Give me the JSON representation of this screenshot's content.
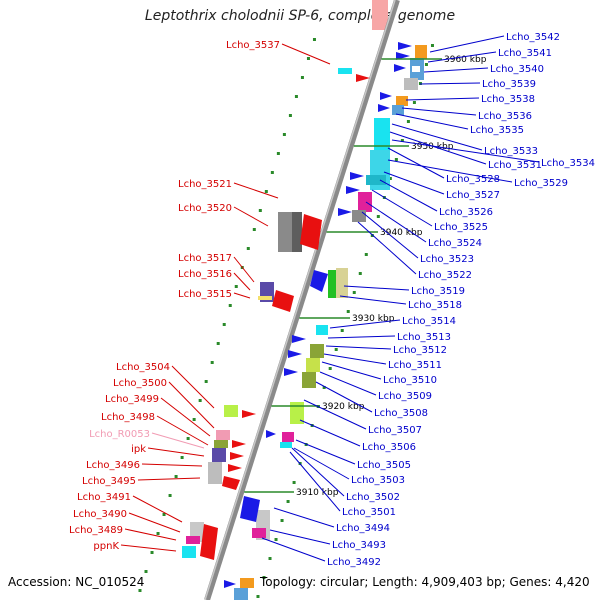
{
  "title": "Leptothrix cholodnii SP-6, complete genome",
  "footer": {
    "accession": "Accession: NC_010524",
    "topology": "Topology: circular; Length: 4,909,403 bp; Genes: 4,420"
  },
  "colors": {
    "left_label": "#d40000",
    "right_label": "#0000cc",
    "rna_label": "#f19bb3",
    "backbone": "#808080",
    "tick": "#2a8a2a"
  },
  "scale_labels": [
    "3960 kbp",
    "3950 kbp",
    "3940 kbp",
    "3930 kbp",
    "3920 kbp",
    "3910 kbp"
  ],
  "left_labels": [
    "Lcho_3537",
    "Lcho_3521",
    "Lcho_3520",
    "Lcho_3517",
    "Lcho_3516",
    "Lcho_3515",
    "Lcho_3504",
    "Lcho_3500",
    "Lcho_3499",
    "Lcho_3498",
    "Lcho_R0053",
    "ipk",
    "Lcho_3496",
    "Lcho_3495",
    "Lcho_3491",
    "Lcho_3490",
    "Lcho_3489",
    "ppnK"
  ],
  "right_labels": [
    "Lcho_3542",
    "Lcho_3541",
    "Lcho_3540",
    "Lcho_3539",
    "Lcho_3538",
    "Lcho_3536",
    "Lcho_3535",
    "Lcho_3533",
    "Lcho_3531",
    "Lcho_3534",
    "Lcho_3528",
    "Lcho_3529",
    "Lcho_3527",
    "Lcho_3526",
    "Lcho_3525",
    "Lcho_3524",
    "Lcho_3523",
    "Lcho_3522",
    "Lcho_3519",
    "Lcho_3518",
    "Lcho_3514",
    "Lcho_3513",
    "Lcho_3512",
    "Lcho_3511",
    "Lcho_3510",
    "Lcho_3509",
    "Lcho_3508",
    "Lcho_3507",
    "Lcho_3506",
    "Lcho_3505",
    "Lcho_3503",
    "Lcho_3502",
    "Lcho_3501",
    "Lcho_3494",
    "Lcho_3493",
    "Lcho_3492"
  ]
}
